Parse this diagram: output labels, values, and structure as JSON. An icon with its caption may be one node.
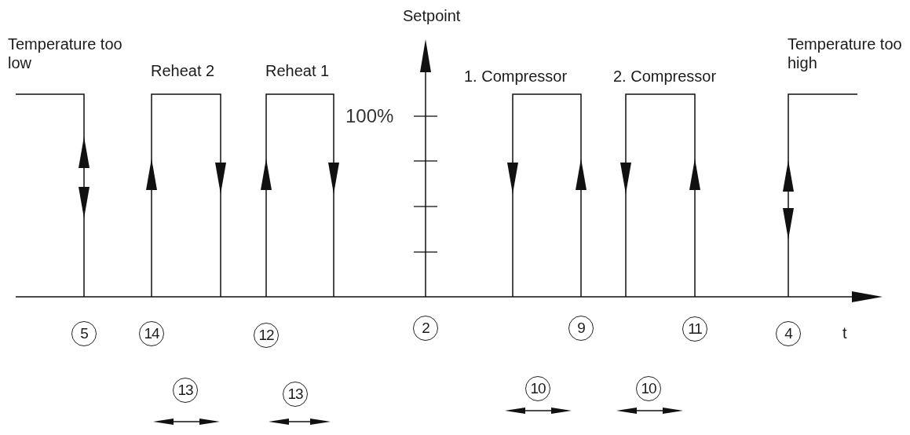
{
  "diagram": {
    "labels": [
      "Setpoint",
      "Temperature too low",
      "Reheat 2",
      "Reheat 1",
      "1. Compressor",
      "2. Compressor",
      "Temperature too high",
      "100%",
      "5",
      "14",
      "12",
      "2",
      "9",
      "11",
      "4",
      "t",
      "13",
      "13",
      "10",
      "10"
    ]
  }
}
